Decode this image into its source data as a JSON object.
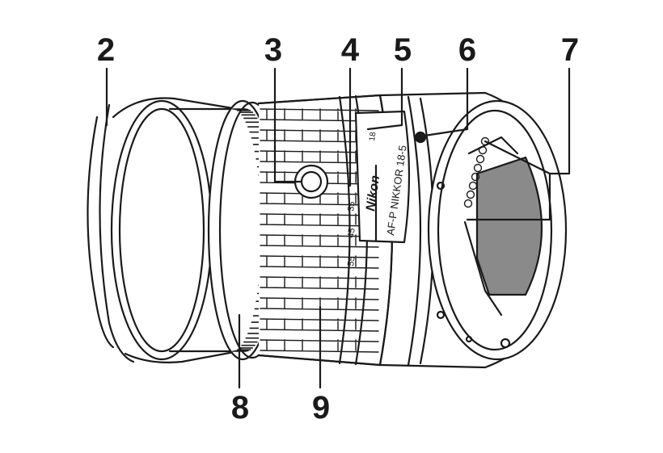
{
  "figure": {
    "callouts": [
      {
        "id": "2",
        "label": "2"
      },
      {
        "id": "3",
        "label": "3"
      },
      {
        "id": "4",
        "label": "4"
      },
      {
        "id": "5",
        "label": "5"
      },
      {
        "id": "6",
        "label": "6"
      },
      {
        "id": "7",
        "label": "7"
      },
      {
        "id": "8",
        "label": "8"
      },
      {
        "id": "9",
        "label": "9"
      }
    ],
    "lens_markings": {
      "brand": "Nikon",
      "model": "AF-P NIKKOR 18-5",
      "focal_55": "55",
      "focal_45": "45",
      "focal_35": "35",
      "focal_18": "18"
    },
    "colors": {
      "ink": "#1a1a1a",
      "background": "#ffffff",
      "glass": "#8a8a8a"
    }
  }
}
